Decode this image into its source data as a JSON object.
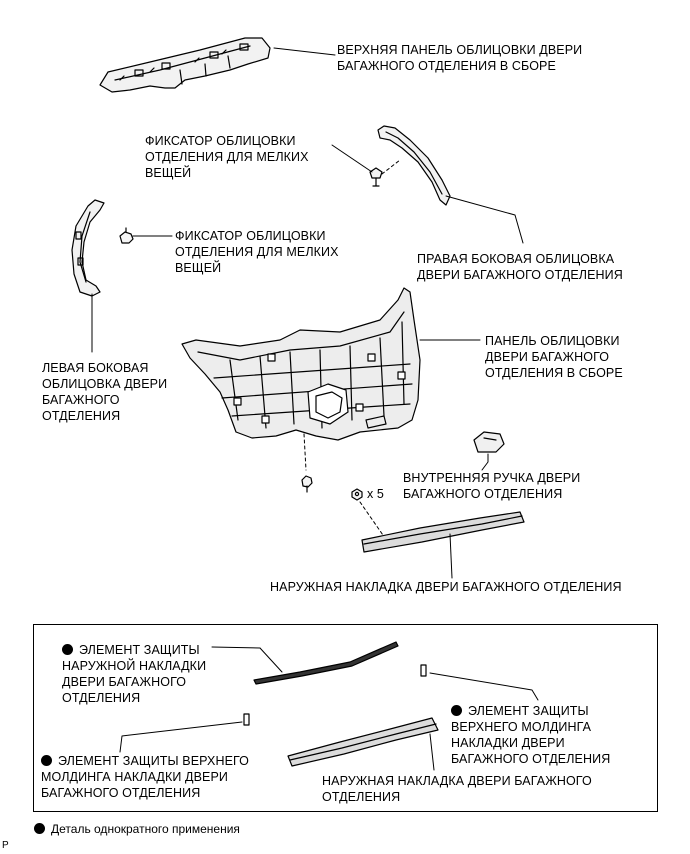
{
  "labels": {
    "upper_panel": "ВЕРХНЯЯ ПАНЕЛЬ ОБЛИЦОВКИ ДВЕРИ\nБАГАЖНОГО ОТДЕЛЕНИЯ В СБОРЕ",
    "clip_right": "ФИКСАТОР ОБЛИЦОВКИ\nОТДЕЛЕНИЯ ДЛЯ МЕЛКИХ\nВЕЩЕЙ",
    "clip_left": "ФИКСАТОР ОБЛИЦОВКИ\nОТДЕЛЕНИЯ ДЛЯ МЕЛКИХ\nВЕЩЕЙ",
    "right_side_trim": "ПРАВАЯ БОКОВАЯ ОБЛИЦОВКА\nДВЕРИ БАГАЖНОГО ОТДЕЛЕНИЯ",
    "left_side_trim": "ЛЕВАЯ БОКОВАЯ\nОБЛИЦОВКА ДВЕРИ\nБАГАЖНОГО\nОТДЕЛЕНИЯ",
    "door_trim_panel": "ПАНЕЛЬ ОБЛИЦОВКИ\nДВЕРИ БАГАЖНОГО\nОТДЕЛЕНИЯ В СБОРЕ",
    "inside_handle": "ВНУТРЕННЯЯ РУЧКА ДВЕРИ\nБАГАЖНОГО ОТДЕЛЕНИЯ",
    "qty": "x 5",
    "outer_garnish": "НАРУЖНАЯ НАКЛАДКА ДВЕРИ БАГАЖНОГО ОТДЕЛЕНИЯ"
  },
  "box": {
    "protector_garnish": "ЭЛЕМЕНТ ЗАЩИТЫ\nНАРУЖНОЙ НАКЛАДКИ\nДВЕРИ БАГАЖНОГО\nОТДЕЛЕНИЯ",
    "protector_molding_right": "ЭЛЕМЕНТ ЗАЩИТЫ\nВЕРХНЕГО МОЛДИНГА\nНАКЛАДКИ ДВЕРИ\nБАГАЖНОГО ОТДЕЛЕНИЯ",
    "protector_molding_left": "ЭЛЕМЕНТ ЗАЩИТЫ ВЕРХНЕГО\nМОЛДИНГА НАКЛАДКИ ДВЕРИ\nБАГАЖНОГО ОТДЕЛЕНИЯ",
    "outer_garnish": "НАРУЖНАЯ НАКЛАДКА ДВЕРИ БАГАЖНОГО\nОТДЕЛЕНИЯ"
  },
  "footnote": "Деталь однократного применения",
  "corner_mark": "P"
}
